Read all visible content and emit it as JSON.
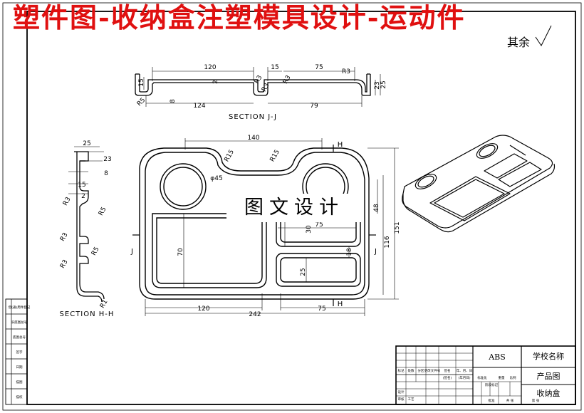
{
  "title": "塑件图-收纳盒注塑模具设计-运动件",
  "watermark": "图文设计",
  "others_label": "其余",
  "section_jj": {
    "label": "SECTION J-J",
    "dims": [
      "120",
      "15",
      "75",
      "15",
      "2",
      "R3",
      "R3",
      "R3",
      "R3",
      "R5",
      "8",
      "124",
      "79",
      "23",
      "25"
    ]
  },
  "section_hh": {
    "label": "SECTION H-H",
    "dims": [
      "25",
      "23",
      "8",
      "15",
      "2",
      "R3",
      "R5",
      "R3",
      "R5",
      "R3",
      "R1"
    ]
  },
  "plan_view": {
    "dims": [
      "140",
      "R15",
      "R15",
      "φ45",
      "48",
      "30",
      "75",
      "18",
      "25",
      "70",
      "116",
      "151",
      "120",
      "242",
      "75"
    ],
    "cut_labels": [
      "H",
      "H",
      "J",
      "J"
    ]
  },
  "title_block": {
    "material": "ABS",
    "school": "学校名称",
    "drawing_type": "产品图",
    "part_name": "收纳盒",
    "small_labels": [
      "标记",
      "处数",
      "分区",
      "更改文件号",
      "签名",
      "年、月、日",
      "设计",
      "标准化",
      "阶段标记",
      "重量",
      "比例",
      "审核",
      "工艺",
      "批准",
      "共 张",
      "第 张",
      "(签名)",
      "(年月日)"
    ]
  },
  "left_strip": [
    "借(通)用件登记",
    "旧底图总号",
    "底图总号",
    "签字",
    "日期",
    "描图",
    "描校"
  ]
}
